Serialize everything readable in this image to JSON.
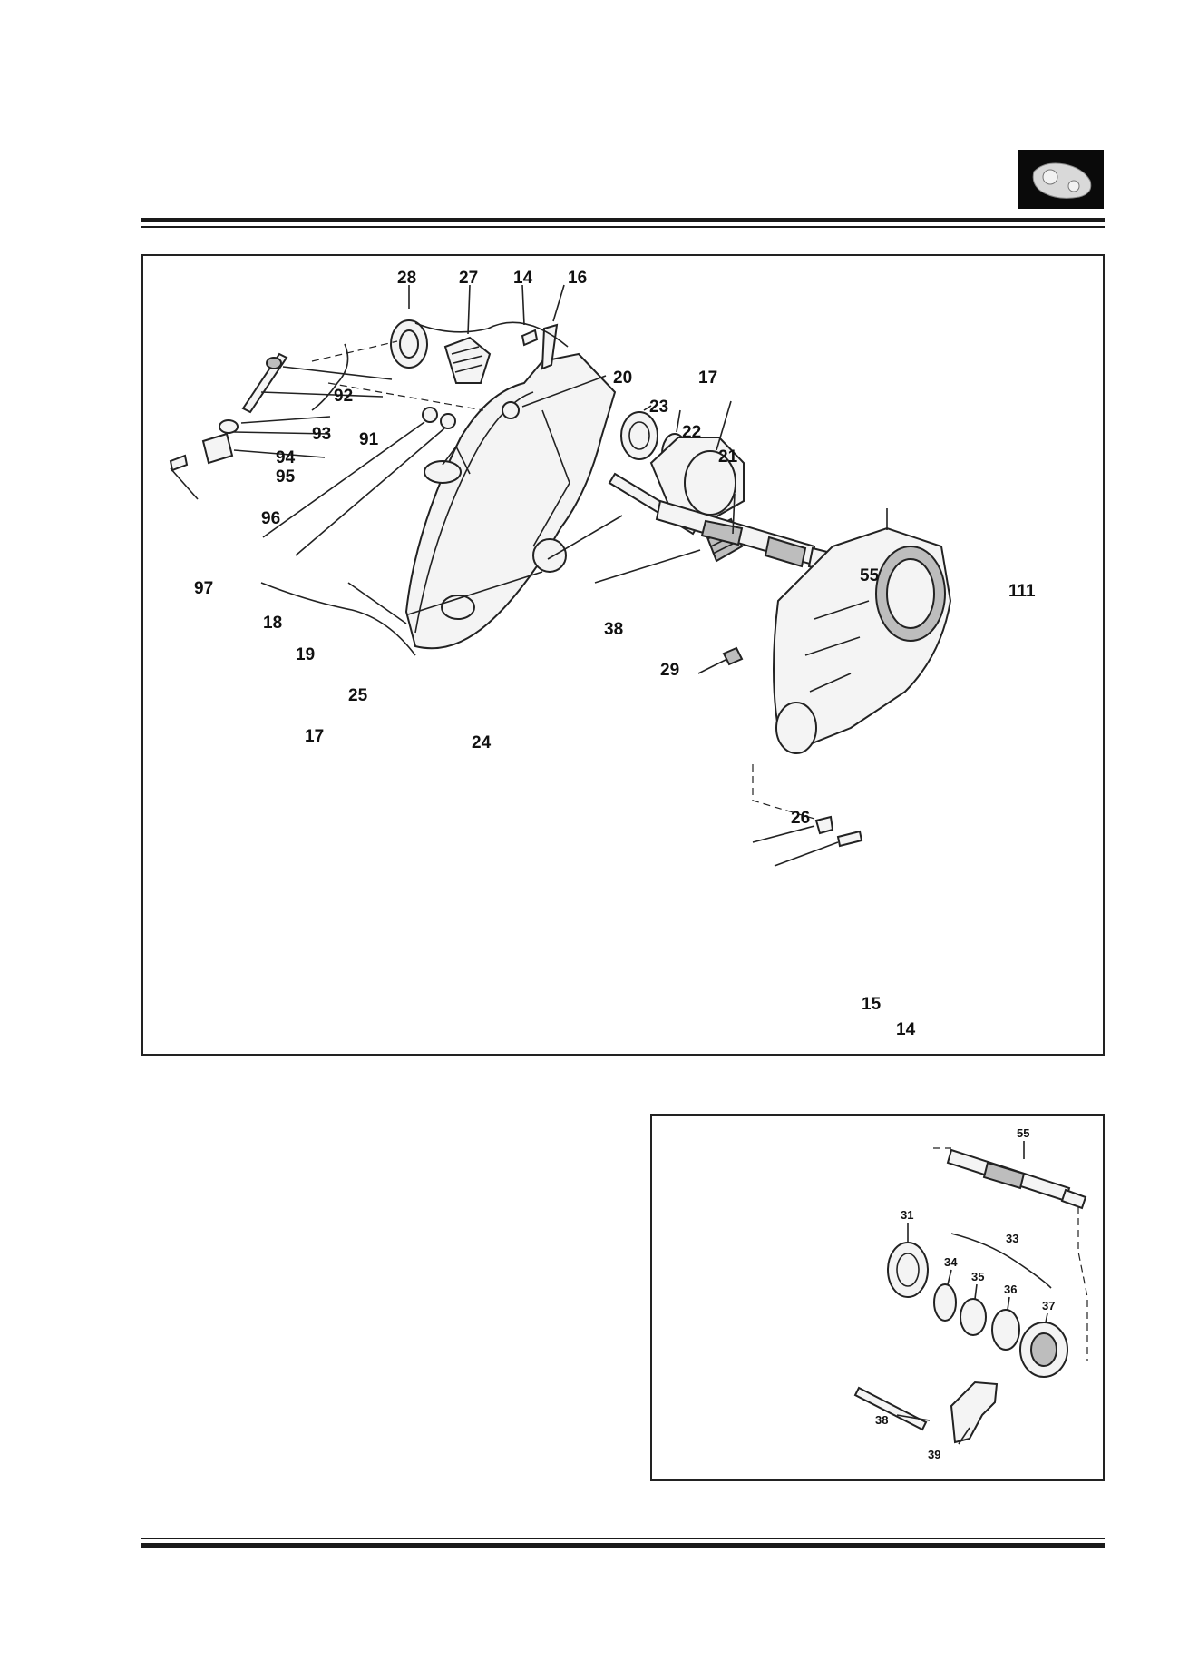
{
  "main_figure": {
    "labels": [
      {
        "id": "p28",
        "text": "28"
      },
      {
        "id": "p27",
        "text": "27"
      },
      {
        "id": "p14a",
        "text": "14"
      },
      {
        "id": "p16",
        "text": "16"
      },
      {
        "id": "p20",
        "text": "20"
      },
      {
        "id": "p17a",
        "text": "17"
      },
      {
        "id": "p23",
        "text": "23"
      },
      {
        "id": "p22",
        "text": "22"
      },
      {
        "id": "p21",
        "text": "21"
      },
      {
        "id": "p92",
        "text": "92"
      },
      {
        "id": "p93",
        "text": "93"
      },
      {
        "id": "p91",
        "text": "91"
      },
      {
        "id": "p94",
        "text": "94"
      },
      {
        "id": "p95",
        "text": "95"
      },
      {
        "id": "p96",
        "text": "96"
      },
      {
        "id": "p97",
        "text": "97"
      },
      {
        "id": "p18",
        "text": "18"
      },
      {
        "id": "p19",
        "text": "19"
      },
      {
        "id": "p25",
        "text": "25"
      },
      {
        "id": "p17b",
        "text": "17"
      },
      {
        "id": "p24",
        "text": "24"
      },
      {
        "id": "p38",
        "text": "38"
      },
      {
        "id": "p29",
        "text": "29"
      },
      {
        "id": "p55",
        "text": "55"
      },
      {
        "id": "p111",
        "text": "111"
      },
      {
        "id": "p26",
        "text": "26"
      },
      {
        "id": "p15",
        "text": "15"
      },
      {
        "id": "p14b",
        "text": "14"
      }
    ]
  },
  "inset_figure": {
    "labels": [
      {
        "id": "i55",
        "text": "55"
      },
      {
        "id": "i31",
        "text": "31"
      },
      {
        "id": "i33",
        "text": "33"
      },
      {
        "id": "i34",
        "text": "34"
      },
      {
        "id": "i35",
        "text": "35"
      },
      {
        "id": "i36",
        "text": "36"
      },
      {
        "id": "i37",
        "text": "37"
      },
      {
        "id": "i38",
        "text": "38"
      },
      {
        "id": "i39",
        "text": "39"
      }
    ]
  },
  "thumbnail_icon": "transfer-box-thumbnail-icon"
}
